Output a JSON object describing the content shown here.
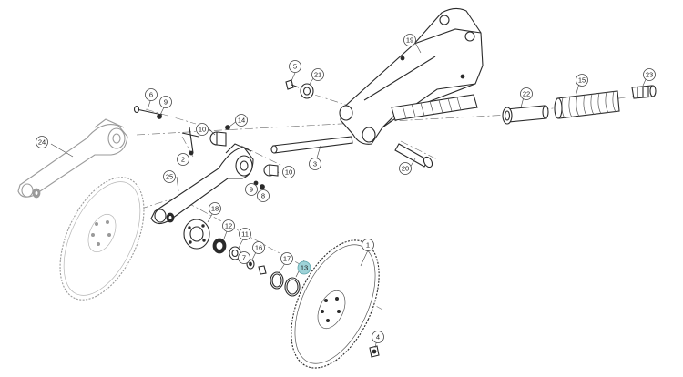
{
  "callouts": [
    {
      "id": "c1",
      "label": "1"
    },
    {
      "id": "c2",
      "label": "2"
    },
    {
      "id": "c3",
      "label": "3"
    },
    {
      "id": "c4",
      "label": "4"
    },
    {
      "id": "c5",
      "label": "5"
    },
    {
      "id": "c6",
      "label": "6"
    },
    {
      "id": "c7",
      "label": "7"
    },
    {
      "id": "c8",
      "label": "8"
    },
    {
      "id": "c9a",
      "label": "9"
    },
    {
      "id": "c9b",
      "label": "9"
    },
    {
      "id": "c10a",
      "label": "10"
    },
    {
      "id": "c10b",
      "label": "10"
    },
    {
      "id": "c11",
      "label": "11"
    },
    {
      "id": "c12",
      "label": "12"
    },
    {
      "id": "c13",
      "label": "13",
      "highlighted": true
    },
    {
      "id": "c14",
      "label": "14"
    },
    {
      "id": "c15",
      "label": "15"
    },
    {
      "id": "c16",
      "label": "16"
    },
    {
      "id": "c17",
      "label": "17"
    },
    {
      "id": "c18",
      "label": "18"
    },
    {
      "id": "c19",
      "label": "19"
    },
    {
      "id": "c20",
      "label": "20"
    },
    {
      "id": "c21",
      "label": "21"
    },
    {
      "id": "c22",
      "label": "22"
    },
    {
      "id": "c23",
      "label": "23"
    },
    {
      "id": "c24",
      "label": "24"
    },
    {
      "id": "c25",
      "label": "25"
    }
  ],
  "colors": {
    "highlight": "#9ed3d8",
    "line": "#2a2a2a",
    "faded": "#9a9a9a"
  }
}
